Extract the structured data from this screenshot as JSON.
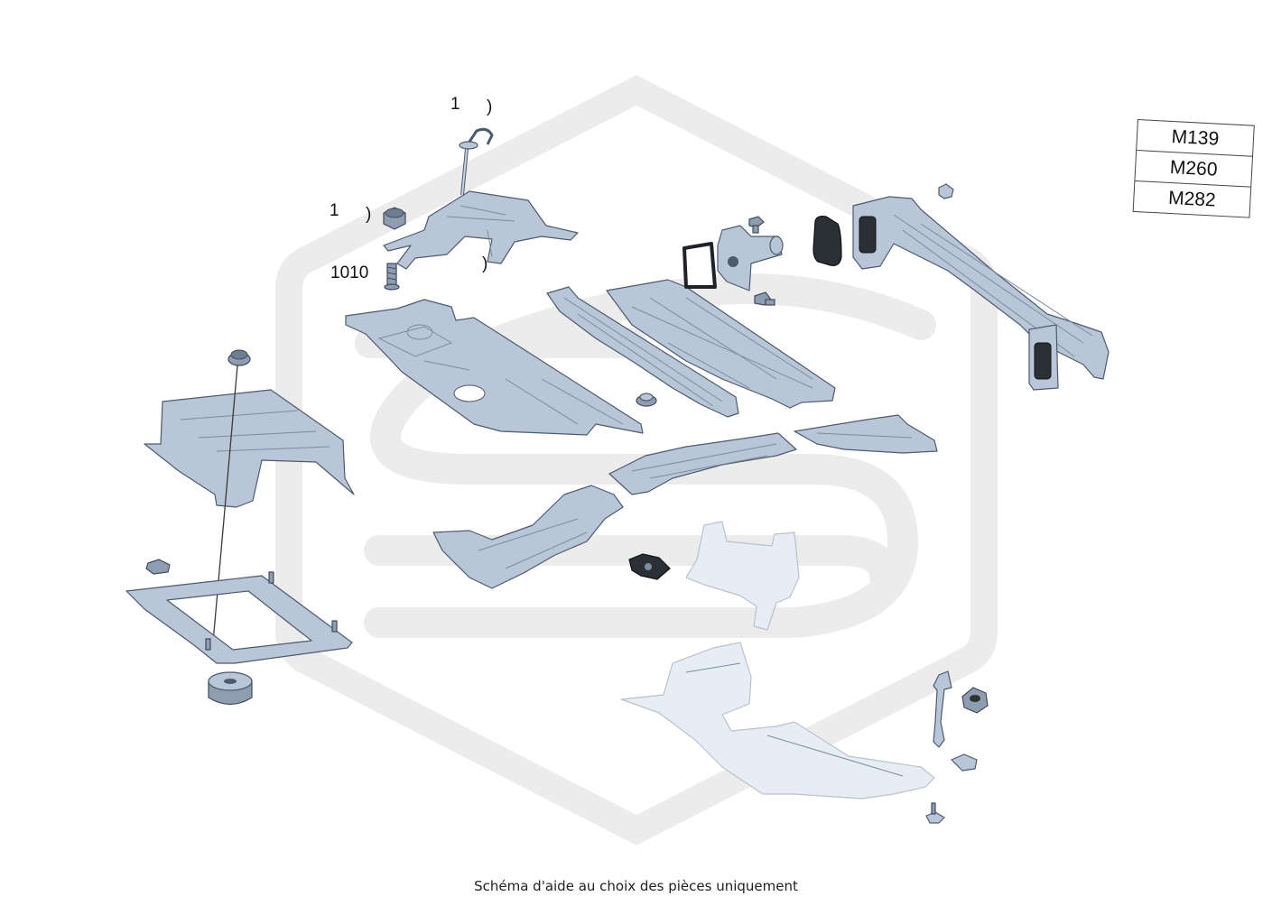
{
  "diagram": {
    "callouts": [
      {
        "id": "c1",
        "text": "1"
      },
      {
        "id": "c2",
        "text": ")"
      },
      {
        "id": "c3",
        "text": "1"
      },
      {
        "id": "c4",
        "text": ")"
      },
      {
        "id": "c5",
        "text": "1010"
      },
      {
        "id": "c6",
        "text": ")"
      }
    ],
    "watermark": "hexagon-s-logo",
    "colors": {
      "part": "#b9c6d8",
      "part_outline": "#4e5a6d",
      "faded_part": "#e7edf4",
      "watermark": "#ececec",
      "seal": "#2b2f36"
    }
  },
  "models": [
    {
      "code": "M139"
    },
    {
      "code": "M260"
    },
    {
      "code": "M282"
    }
  ],
  "caption": "Schéma d'aide au choix des pièces uniquement"
}
